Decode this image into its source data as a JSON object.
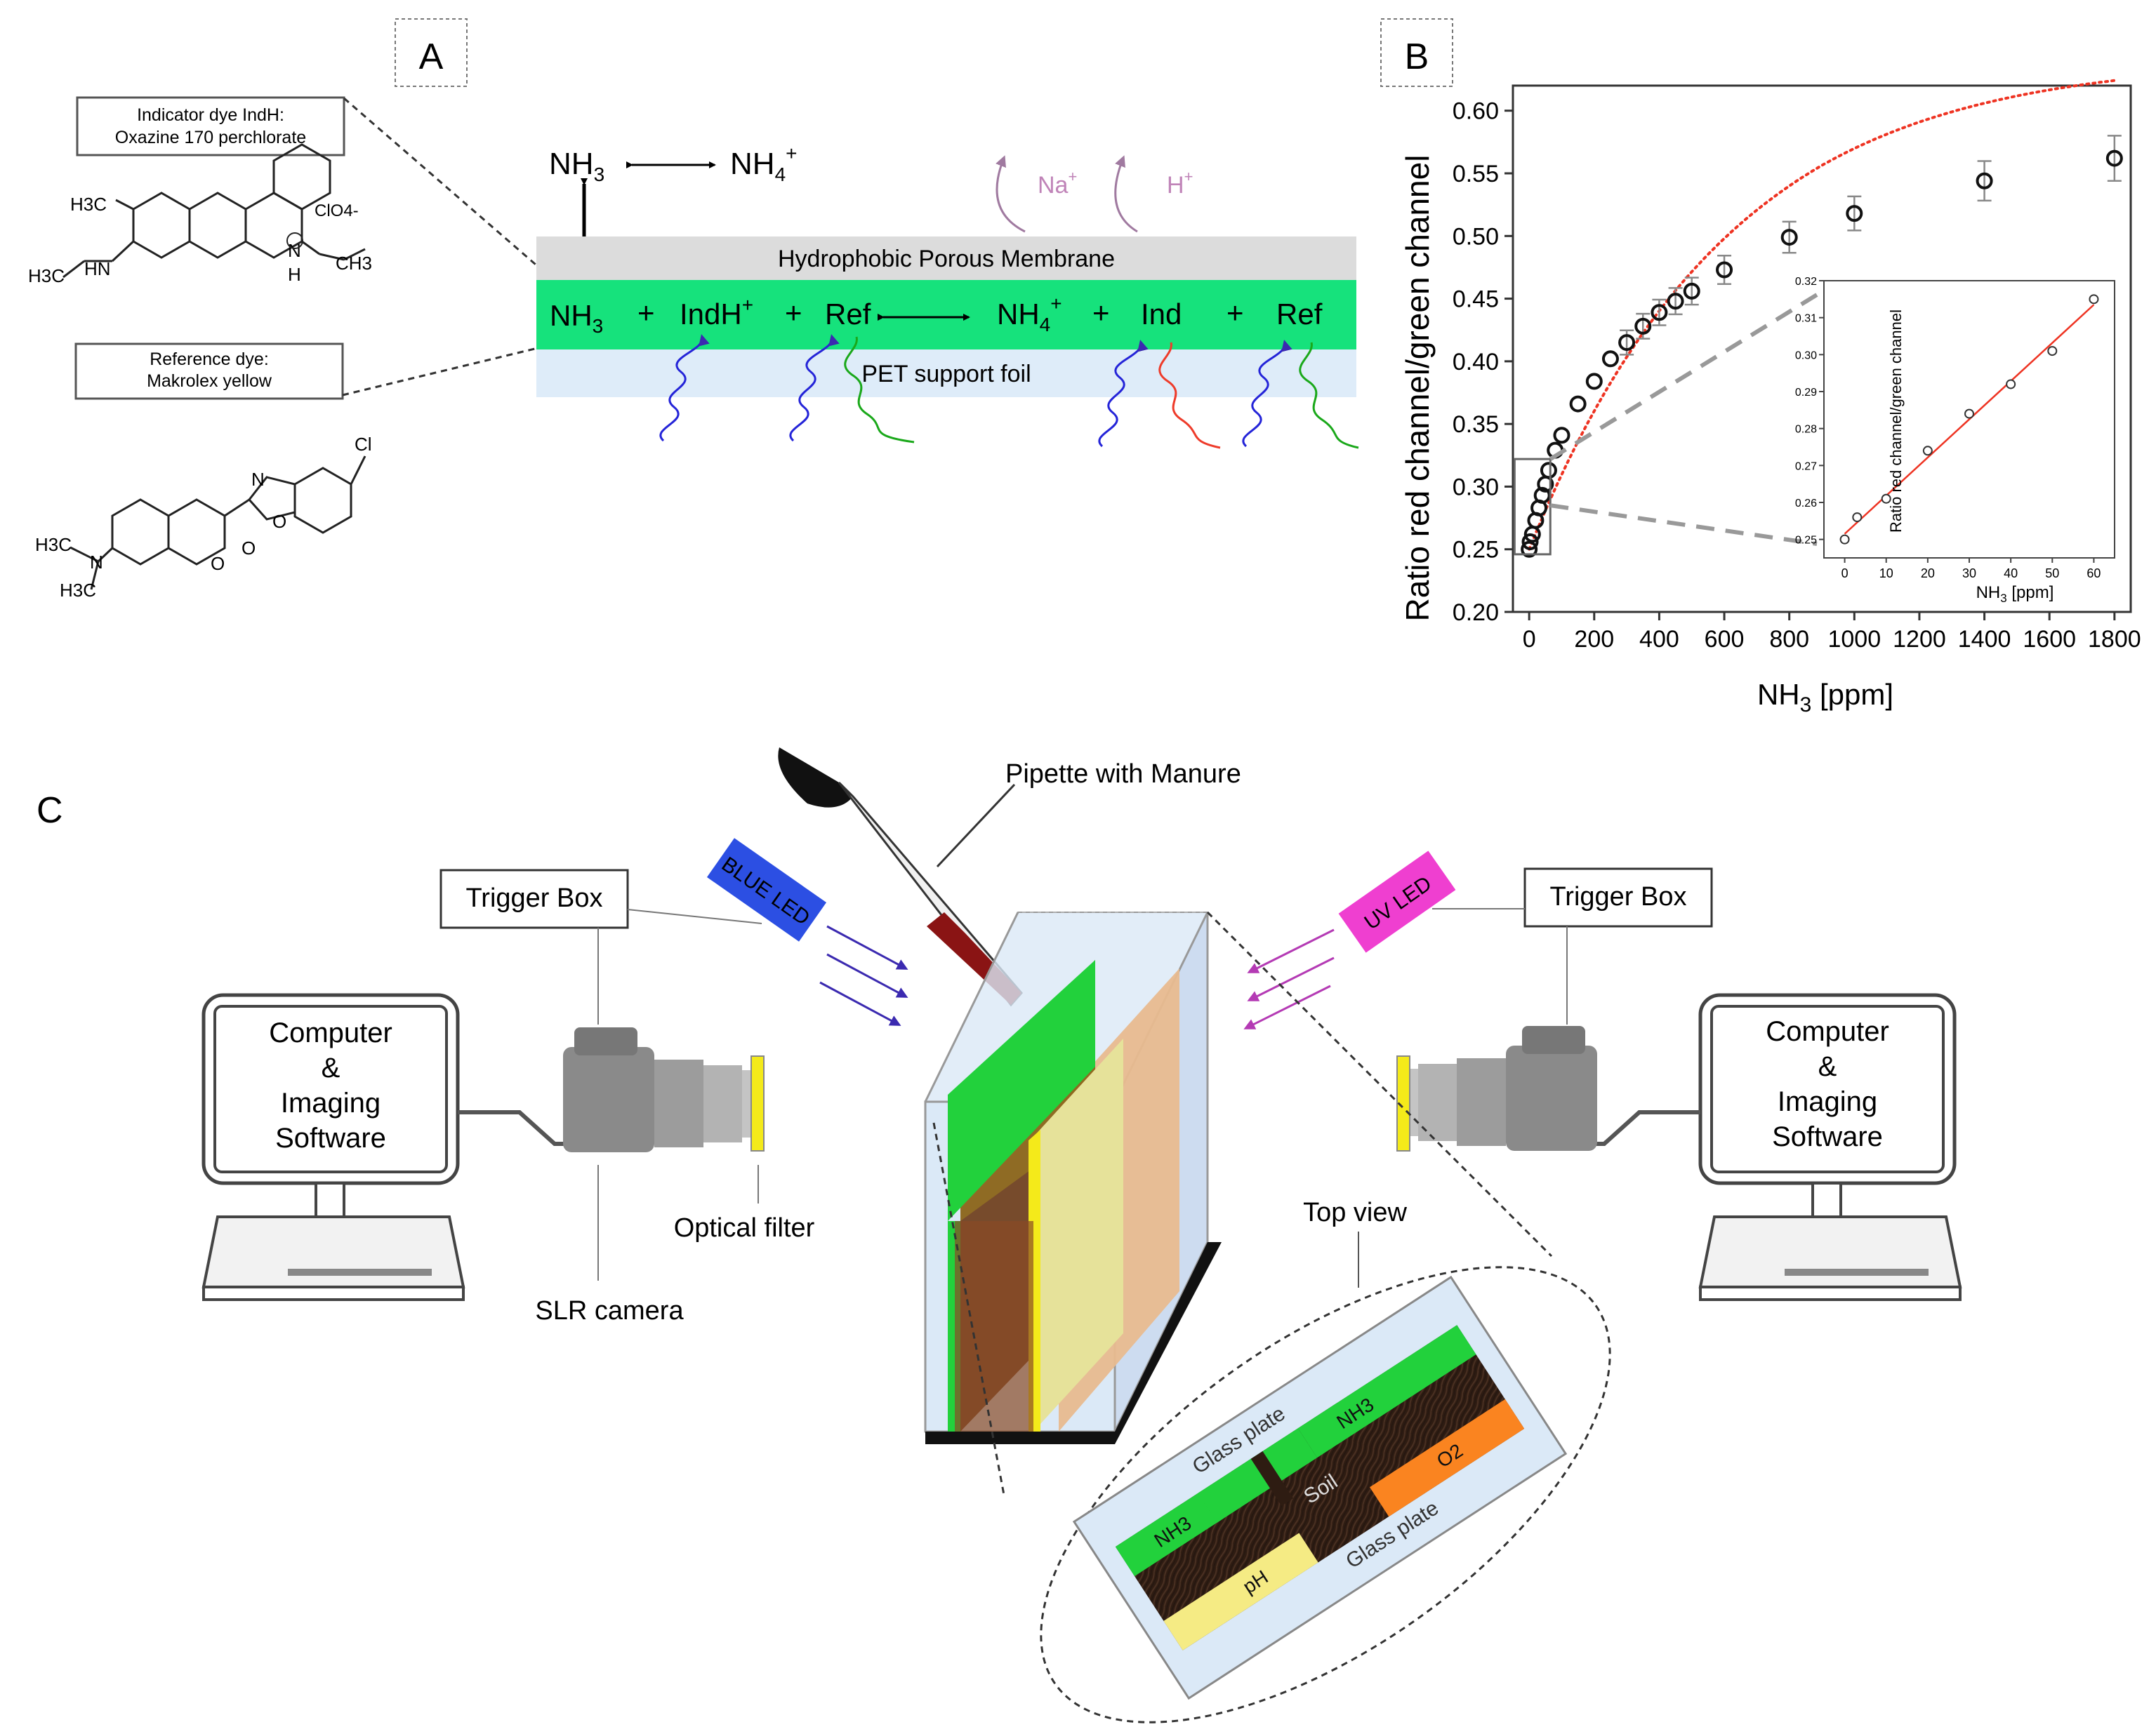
{
  "panels": {
    "a": "A",
    "b": "B",
    "c": "C"
  },
  "panel_a": {
    "indicator_label_1": "Indicator dye IndH:",
    "indicator_label_2": "Oxazine 170 perchlorate",
    "reference_label_1": "Reference dye:",
    "reference_label_2": "Makrolex yellow",
    "gas_left": "NH",
    "gas_left_sub": "3",
    "gas_right": "NH",
    "gas_right_sub": "4",
    "gas_right_sup": "+",
    "ion_na": "Na",
    "ion_h": "H",
    "ion_sup": "+",
    "membrane": "Hydrophobic Porous Membrane",
    "support": "PET support foil",
    "reaction": [
      "NH3",
      "+",
      "IndH+",
      "+",
      "Ref",
      "NH4+",
      "+",
      "Ind",
      "+",
      "Ref"
    ],
    "chem_labels": [
      "H3C",
      "H3C",
      "HN",
      "ClO4-",
      "N",
      "H",
      "CH3",
      "Cl",
      "N",
      "O",
      "O",
      "O",
      "N",
      "H3C",
      "H3C"
    ],
    "colors": {
      "membrane": "#dcdcdc",
      "sensor": "#16e27c",
      "support": "#deecf9",
      "ion": "#c084b8",
      "blue_wave": "#2424d8",
      "green_wave": "#1aa81a",
      "red_wave": "#ee3b2a"
    }
  },
  "chart_data": {
    "type": "scatter",
    "ylabel": "Ratio red channel/green channel",
    "xlabel": "NH3 [ppm]",
    "xlim": [
      -50,
      1850
    ],
    "ylim": [
      0.2,
      0.62
    ],
    "x_ticks": [
      0,
      200,
      400,
      600,
      800,
      1000,
      1200,
      1400,
      1600,
      1800
    ],
    "y_ticks": [
      0.2,
      0.25,
      0.3,
      0.35,
      0.4,
      0.45,
      0.5,
      0.55,
      0.6
    ],
    "series": [
      {
        "marker": "open-circle",
        "error_bars": true,
        "points": [
          {
            "x": 0,
            "y": 0.25
          },
          {
            "x": 3,
            "y": 0.256
          },
          {
            "x": 10,
            "y": 0.262
          },
          {
            "x": 20,
            "y": 0.273
          },
          {
            "x": 30,
            "y": 0.283
          },
          {
            "x": 40,
            "y": 0.293
          },
          {
            "x": 50,
            "y": 0.302
          },
          {
            "x": 60,
            "y": 0.313
          },
          {
            "x": 80,
            "y": 0.329
          },
          {
            "x": 100,
            "y": 0.341
          },
          {
            "x": 150,
            "y": 0.366
          },
          {
            "x": 200,
            "y": 0.384
          },
          {
            "x": 250,
            "y": 0.402
          },
          {
            "x": 300,
            "y": 0.415
          },
          {
            "x": 350,
            "y": 0.428
          },
          {
            "x": 400,
            "y": 0.439
          },
          {
            "x": 450,
            "y": 0.448
          },
          {
            "x": 500,
            "y": 0.456
          },
          {
            "x": 600,
            "y": 0.473
          },
          {
            "x": 800,
            "y": 0.499
          },
          {
            "x": 1000,
            "y": 0.518
          },
          {
            "x": 1400,
            "y": 0.544
          },
          {
            "x": 1800,
            "y": 0.562
          }
        ]
      }
    ],
    "fit": {
      "style": "dotted",
      "color": "#ee3322"
    },
    "grid": false,
    "inset": {
      "xlabel": "NH3 [ppm]",
      "ylabel": "Ratio red channel/green channel",
      "xlim": [
        -5,
        65
      ],
      "ylim": [
        0.245,
        0.32
      ],
      "x_ticks": [
        0,
        10,
        20,
        30,
        40,
        50,
        60
      ],
      "y_ticks": [
        0.25,
        0.26,
        0.27,
        0.28,
        0.29,
        0.3,
        0.31,
        0.32
      ],
      "points": [
        {
          "x": 0,
          "y": 0.25
        },
        {
          "x": 3,
          "y": 0.256
        },
        {
          "x": 10,
          "y": 0.261
        },
        {
          "x": 20,
          "y": 0.274
        },
        {
          "x": 30,
          "y": 0.284
        },
        {
          "x": 40,
          "y": 0.292
        },
        {
          "x": 50,
          "y": 0.301
        },
        {
          "x": 60,
          "y": 0.315
        }
      ],
      "fit": {
        "style": "solid",
        "color": "#ee3322"
      }
    }
  },
  "panel_c": {
    "pipette": "Pipette with Manure",
    "trigger_left": "Trigger Box",
    "trigger_right": "Trigger Box",
    "blue_led": "BLUE LED",
    "uv_led": "UV LED",
    "computer_left": [
      "Computer",
      "&",
      "Imaging",
      "Software"
    ],
    "computer_right": [
      "Computer",
      "&",
      "Imaging",
      "Software"
    ],
    "optical_filter": "Optical filter",
    "slr": "SLR camera",
    "top_view": "Top view",
    "top_labels": {
      "glass_top": "Glass plate",
      "glass_bottom": "Glass plate",
      "nh3_a": "NH3",
      "nh3_b": "NH3",
      "soil": "Soil",
      "o2": "O2",
      "ph": "pH"
    },
    "colors": {
      "blue_led": "#2c4fe3",
      "uv_led": "#ef3fd0",
      "sensor_green": "#22d13c",
      "filter_yellow": "#f4ea1a",
      "soil_brown": "#3a2518",
      "orange": "#fa8420",
      "ph_yellow": "#f5eb84",
      "glass": "#dbe9f7",
      "beige": "#e8ba8f"
    }
  }
}
